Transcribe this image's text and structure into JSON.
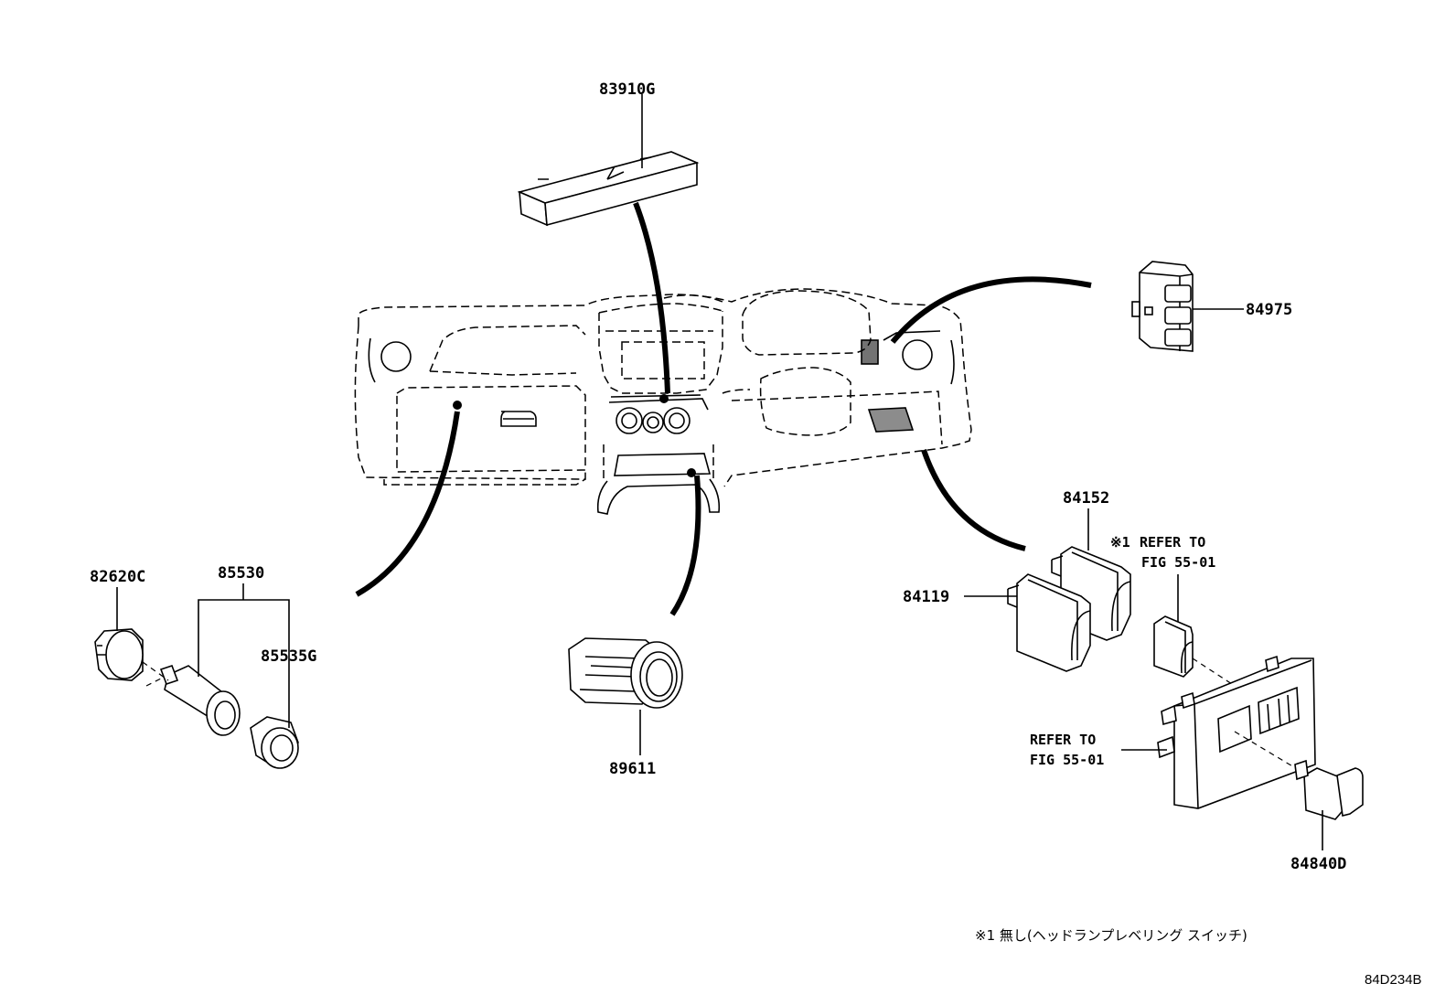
{
  "colors": {
    "ink": "#000000",
    "background": "#ffffff"
  },
  "parts": {
    "p83910G": "83910G",
    "p84975": "84975",
    "p84152": "84152",
    "p84119": "84119",
    "p82620C": "82620C",
    "p85530": "85530",
    "p85535G": "85535G",
    "p89611": "89611",
    "p84840D": "84840D"
  },
  "refs": {
    "ref1_mark": "※1",
    "ref1_line1": "REFER TO",
    "ref1_line2": "FIG 55-01",
    "ref2_line1": "REFER TO",
    "ref2_line2": "FIG 55-01"
  },
  "footnote": "※1  無し(ヘッドランプレベリング  スイッチ)",
  "diagram_code": "84D234B"
}
